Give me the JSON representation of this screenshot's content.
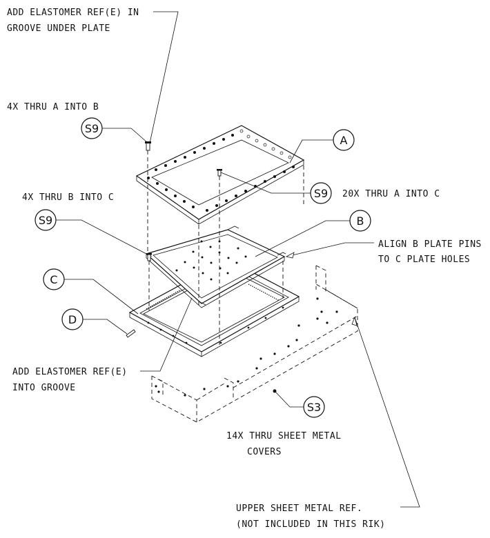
{
  "notes": {
    "elastomer_plate_line1": "ADD ELASTOMER REF(E) IN",
    "elastomer_plate_line2": "GROOVE UNDER PLATE",
    "thru_a_into_b": "4X THRU A INTO B",
    "thru_b_into_c": "4X THRU B INTO C",
    "thru_a_into_c": "20X THRU A INTO C",
    "align_line1": "ALIGN B PLATE PINS",
    "align_line2": "TO C PLATE HOLES",
    "elastomer_groove_line1": "ADD ELASTOMER REF(E)",
    "elastomer_groove_line2": "INTO GROOVE",
    "sheet_metal_line1": "14X THRU SHEET METAL",
    "sheet_metal_line2": "COVERS",
    "upper_ref_line1": "UPPER SHEET METAL REF.",
    "upper_ref_line2": "(NOT INCLUDED IN THIS RIK)"
  },
  "bubbles": {
    "a": "A",
    "b": "B",
    "c": "C",
    "d": "D",
    "s9_top": "S9",
    "s9_mid": "S9",
    "s9_right": "S9",
    "s3": "S3"
  }
}
